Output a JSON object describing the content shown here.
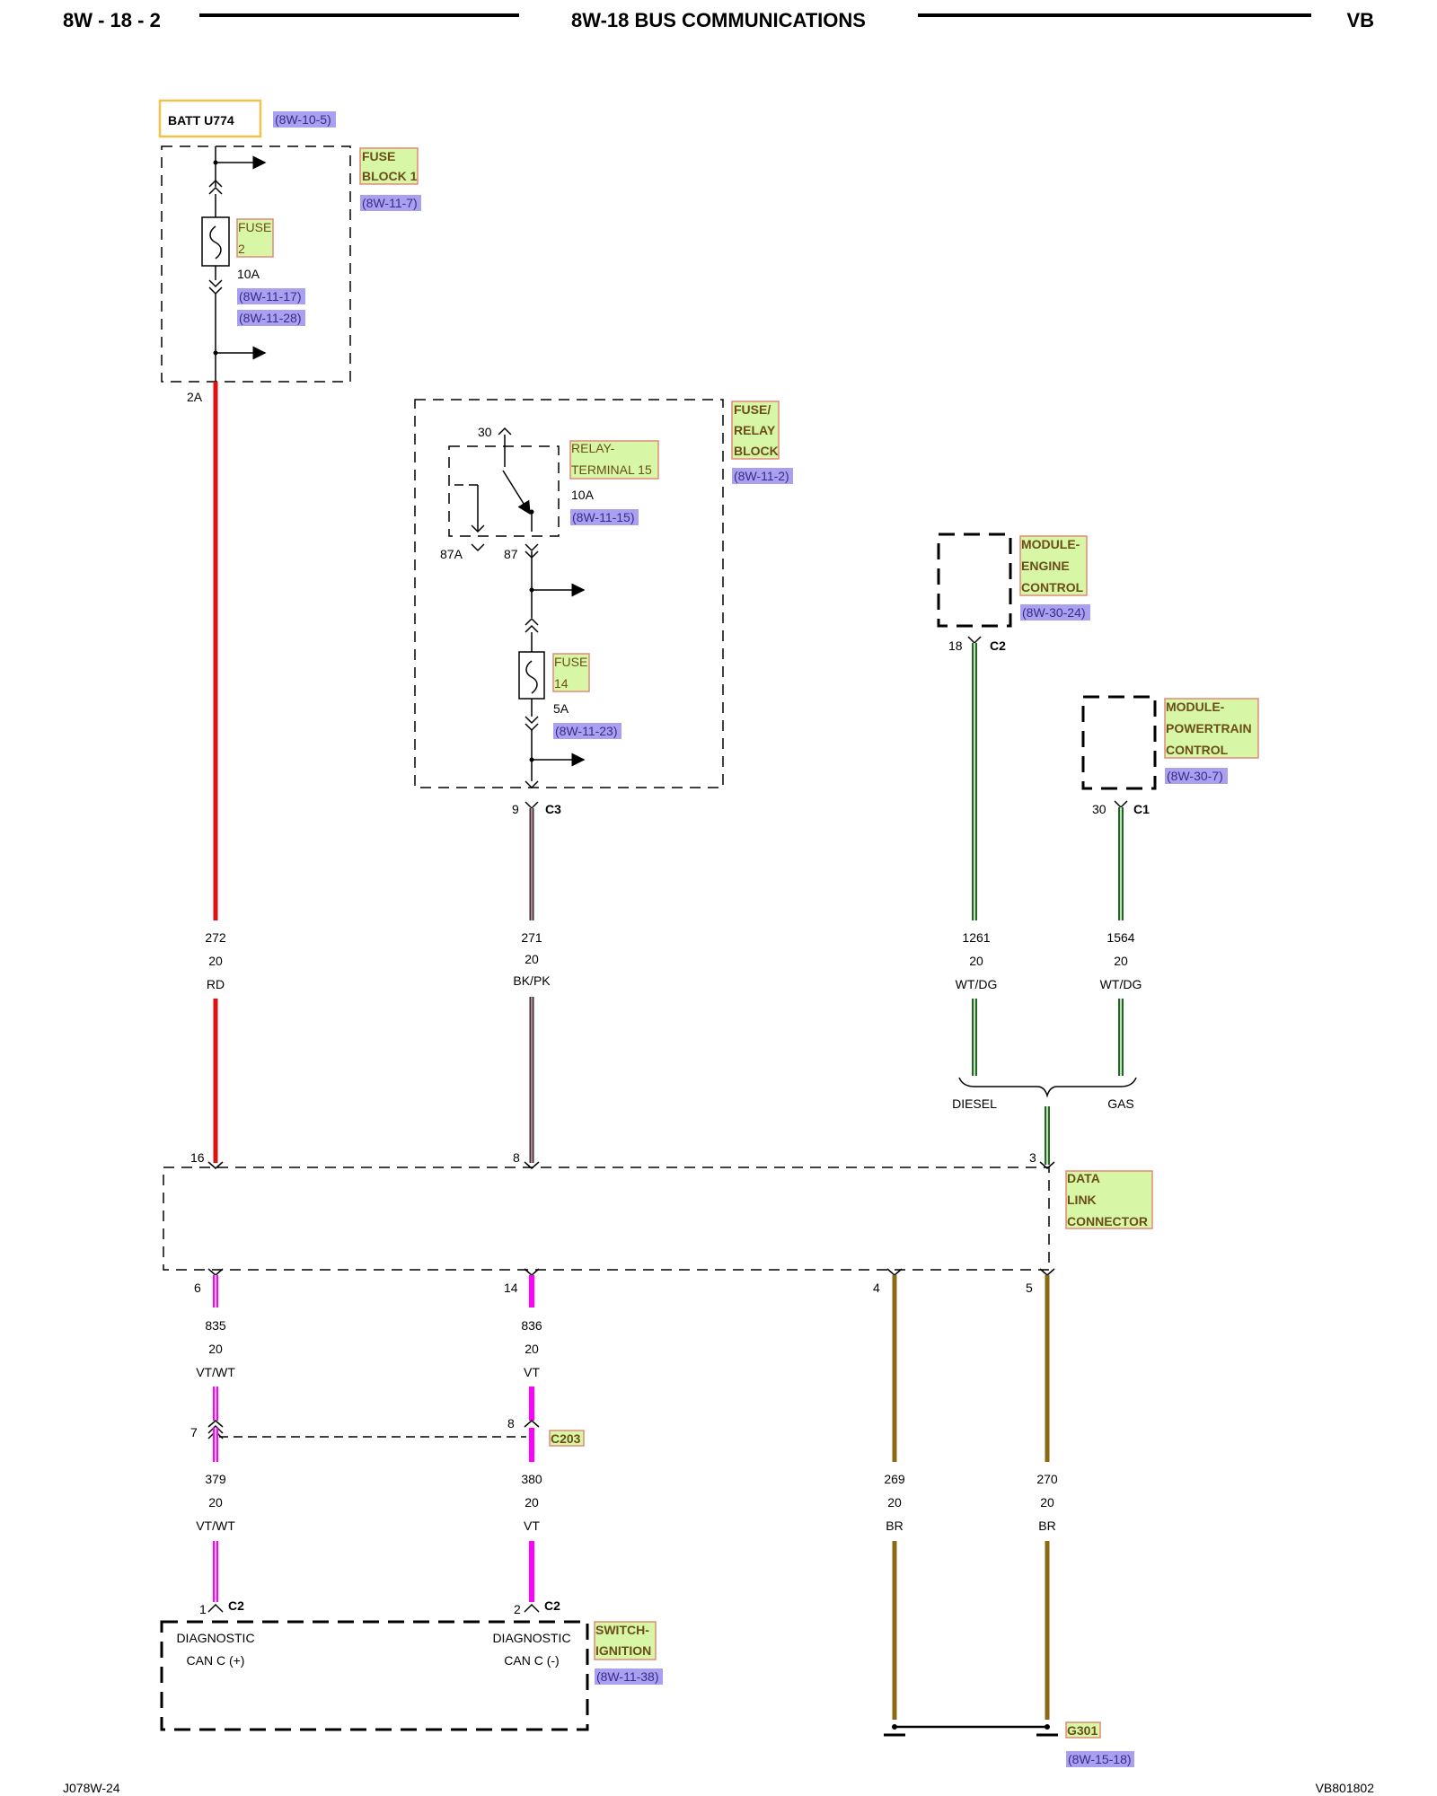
{
  "header": {
    "page_code": "8W - 18 - 2",
    "title": "8W-18 BUS COMMUNICATIONS",
    "model": "VB"
  },
  "footer": {
    "left": "J078W-24",
    "right": "VB801802"
  },
  "batt": {
    "label": "BATT U774",
    "ref": "(8W-10-5)"
  },
  "fuse_block_1": {
    "tag_line1": "FUSE",
    "tag_line2": "BLOCK 1",
    "ref": "(8W-11-7)",
    "fuse_line1": "FUSE",
    "fuse_line2": "2",
    "fuse_rating": "10A",
    "ref2": "(8W-11-17)",
    "ref3": "(8W-11-28)",
    "cavity": "2A"
  },
  "fuse_relay_block": {
    "tag_line1": "FUSE/",
    "tag_line2": "RELAY",
    "tag_line3": "BLOCK",
    "ref": "(8W-11-2)",
    "relay_line1": "RELAY-",
    "relay_line2": "TERMINAL 15",
    "relay_rating": "10A",
    "relay_ref": "(8W-11-15)",
    "pin30": "30",
    "pin87a": "87A",
    "pin87": "87",
    "fuse_line1": "FUSE",
    "fuse_line2": "14",
    "fuse_rating": "5A",
    "fuse_ref": "(8W-11-23)",
    "out_pin": "9",
    "out_conn": "C3"
  },
  "ecm": {
    "tag_line1": "MODULE-",
    "tag_line2": "ENGINE",
    "tag_line3": "CONTROL",
    "ref": "(8W-30-24)",
    "pin": "18",
    "conn": "C2"
  },
  "pcm": {
    "tag_line1": "MODULE-",
    "tag_line2": "POWERTRAIN",
    "tag_line3": "CONTROL",
    "ref": "(8W-30-7)",
    "pin": "30",
    "conn": "C1"
  },
  "wires": {
    "w272": {
      "circuit": "272",
      "gauge": "20",
      "color": "RD"
    },
    "w271": {
      "circuit": "271",
      "gauge": "20",
      "color": "BK/PK"
    },
    "w1261": {
      "circuit": "1261",
      "gauge": "20",
      "color": "WT/DG"
    },
    "w1564": {
      "circuit": "1564",
      "gauge": "20",
      "color": "WT/DG"
    },
    "w835": {
      "circuit": "835",
      "gauge": "20",
      "color": "VT/WT"
    },
    "w836": {
      "circuit": "836",
      "gauge": "20",
      "color": "VT"
    },
    "w379": {
      "circuit": "379",
      "gauge": "20",
      "color": "VT/WT"
    },
    "w380": {
      "circuit": "380",
      "gauge": "20",
      "color": "VT"
    },
    "w269": {
      "circuit": "269",
      "gauge": "20",
      "color": "BR"
    },
    "w270": {
      "circuit": "270",
      "gauge": "20",
      "color": "BR"
    }
  },
  "variants": {
    "diesel": "DIESEL",
    "gas": "GAS"
  },
  "dlc": {
    "tag_line1": "DATA",
    "tag_line2": "LINK",
    "tag_line3": "CONNECTOR",
    "pin16": "16",
    "pin8": "8",
    "pin3": "3",
    "pin6": "6",
    "pin14": "14",
    "pin4": "4",
    "pin5": "5"
  },
  "c203": {
    "pin7": "7",
    "pin8": "8",
    "label": "C203"
  },
  "ignition_switch": {
    "pin1": "1",
    "pin2": "2",
    "conn": "C2",
    "diag_pos_line1": "DIAGNOSTIC",
    "diag_pos_line2": "CAN C (+)",
    "diag_neg_line1": "DIAGNOSTIC",
    "diag_neg_line2": "CAN C (-)",
    "tag_line1": "SWITCH-",
    "tag_line2": "IGNITION",
    "ref": "(8W-11-38)"
  },
  "ground": {
    "label": "G301",
    "ref": "(8W-15-18)"
  },
  "colors": {
    "red_wire": "#e01010",
    "green_wire": "#1e6b1e",
    "magenta_wire": "#ff00ff",
    "brown_wire": "#8b6914",
    "tag_fill": "#d8f7a6",
    "tag_border": "#e08a7a",
    "ref_fill": "#a9a0f0",
    "batt_border": "#f2c24a"
  }
}
